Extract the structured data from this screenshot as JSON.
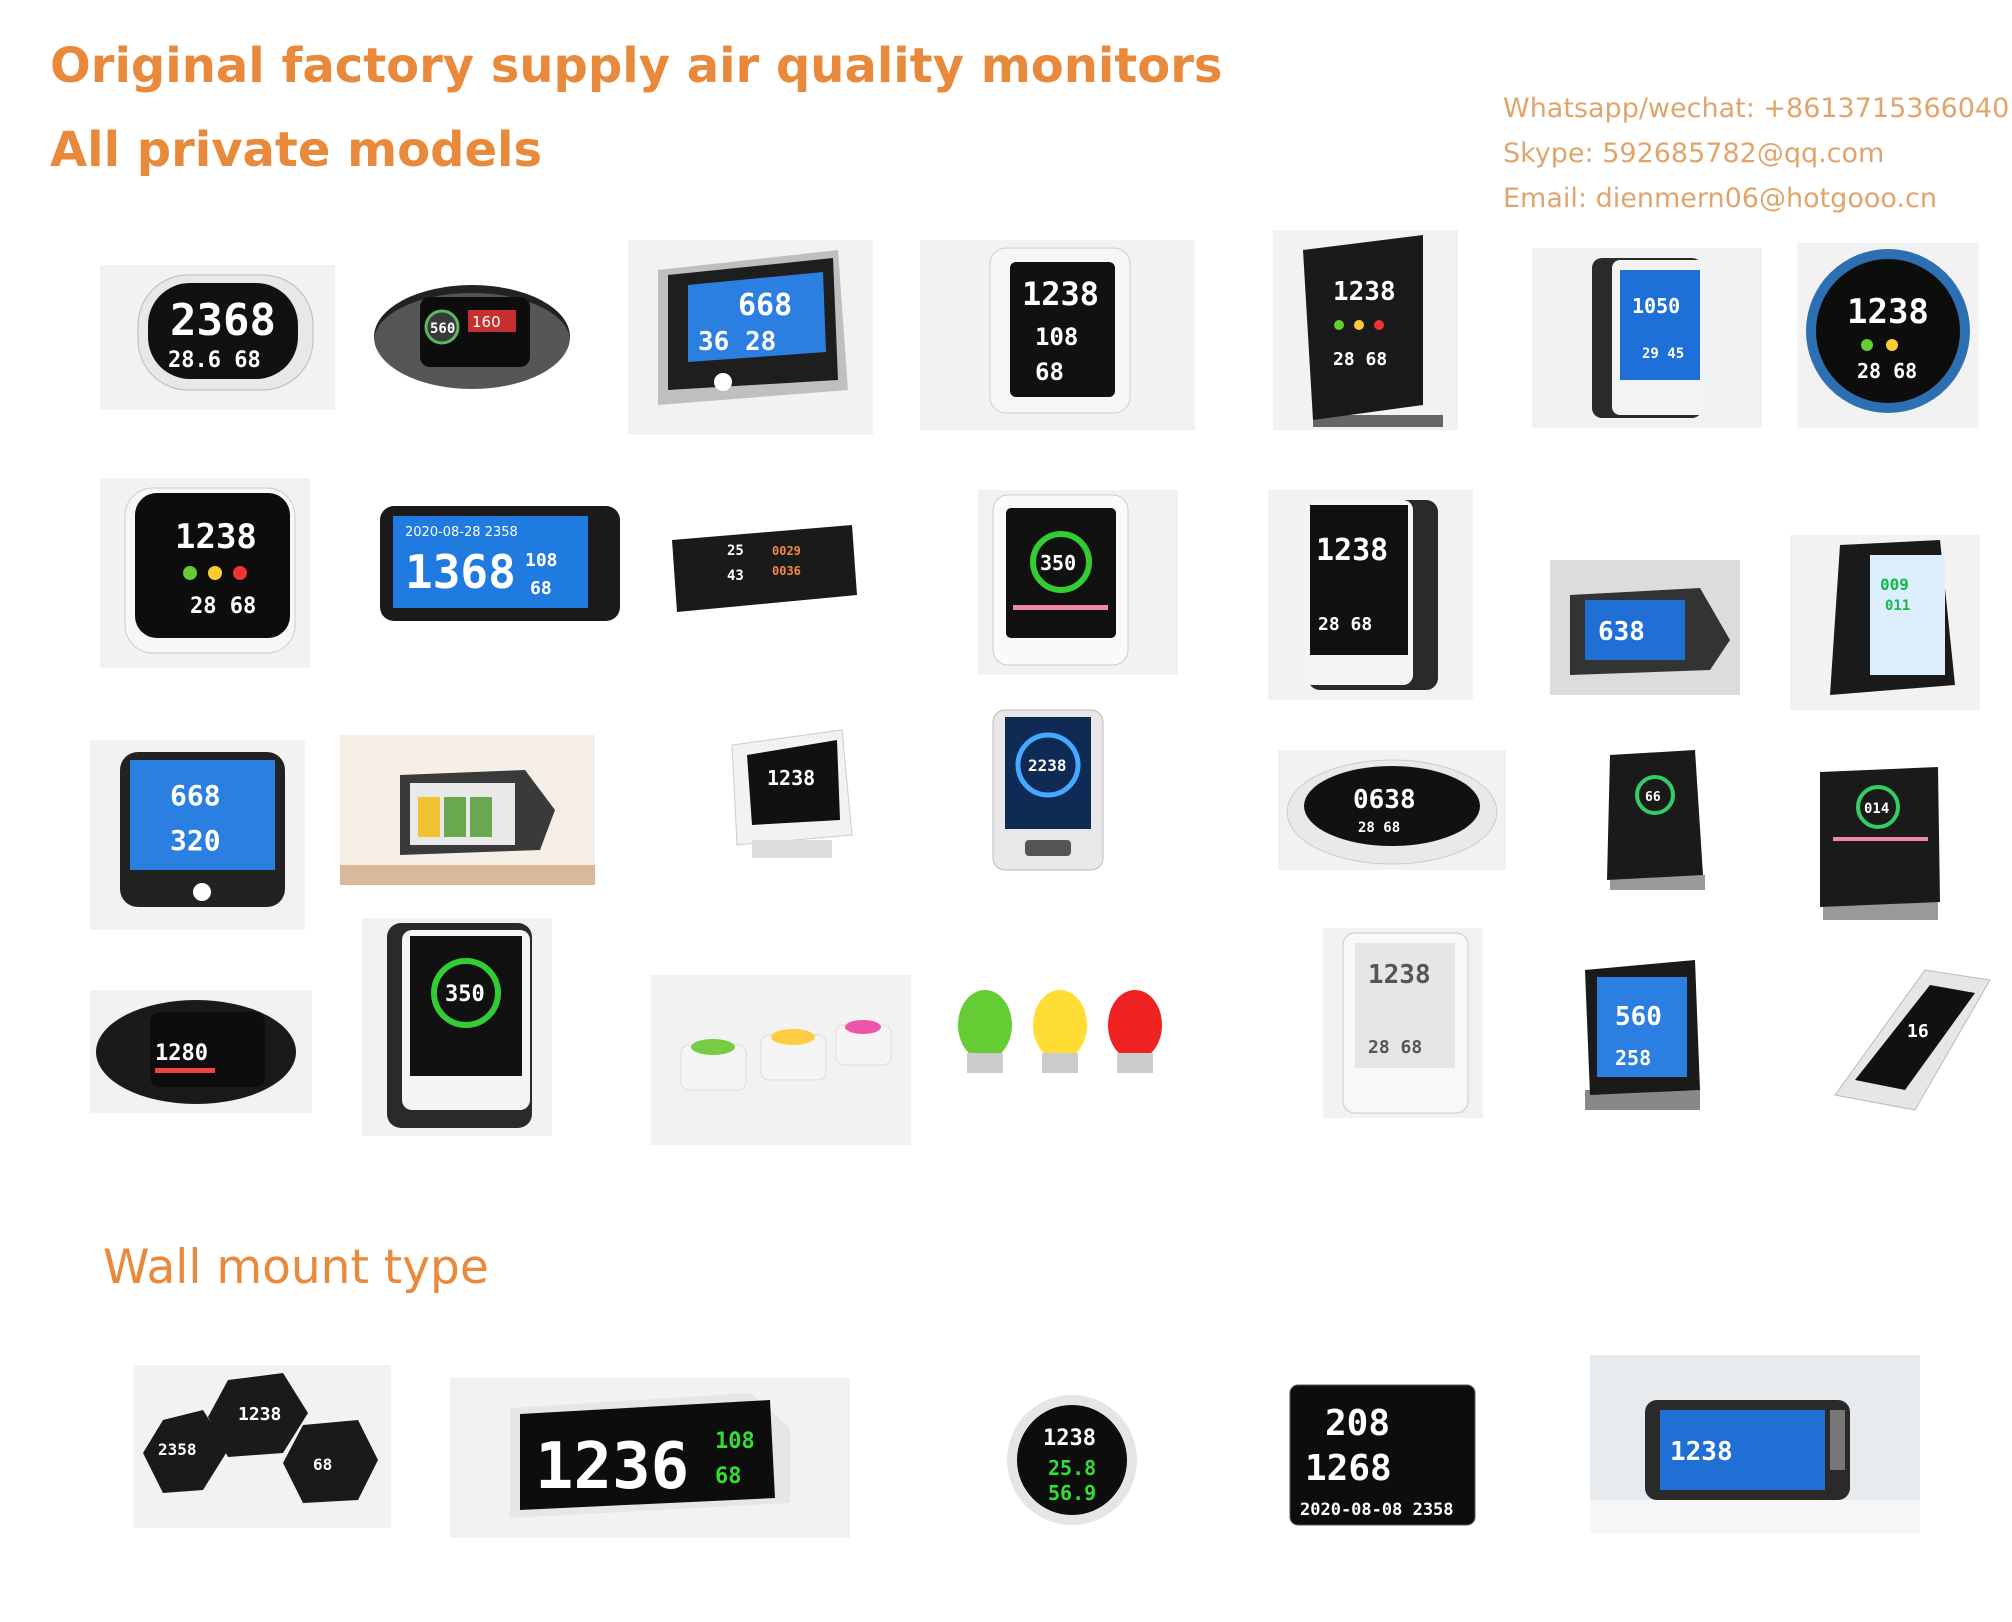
{
  "header": {
    "title_line1": "Original factory supply air quality monitors",
    "title_line2": "All private models"
  },
  "contact": {
    "whatsapp": "Whatsapp/wechat: +8613715366040",
    "skype": "Skype: 592685782@qq.com",
    "email": "Email: dienmern06@hotgooo.cn"
  },
  "wall_section": {
    "title": "Wall mount type"
  },
  "colors": {
    "accent": "#e8893b",
    "contact_text": "#e0a56c"
  },
  "products": {
    "r1": [
      "2368",
      "560",
      "668",
      "1238",
      "1238",
      "1050",
      "1238"
    ],
    "r2": [
      "1238",
      "1368",
      "25",
      "350",
      "1238",
      "638",
      "009"
    ],
    "r3": [
      "668",
      "320",
      "1238",
      "2238",
      "0638",
      "66",
      "014"
    ],
    "r4": [
      "1280",
      "350",
      "1238",
      "560",
      "16"
    ],
    "wall": [
      "1238",
      "1236",
      "1238",
      "208",
      "1238"
    ]
  }
}
